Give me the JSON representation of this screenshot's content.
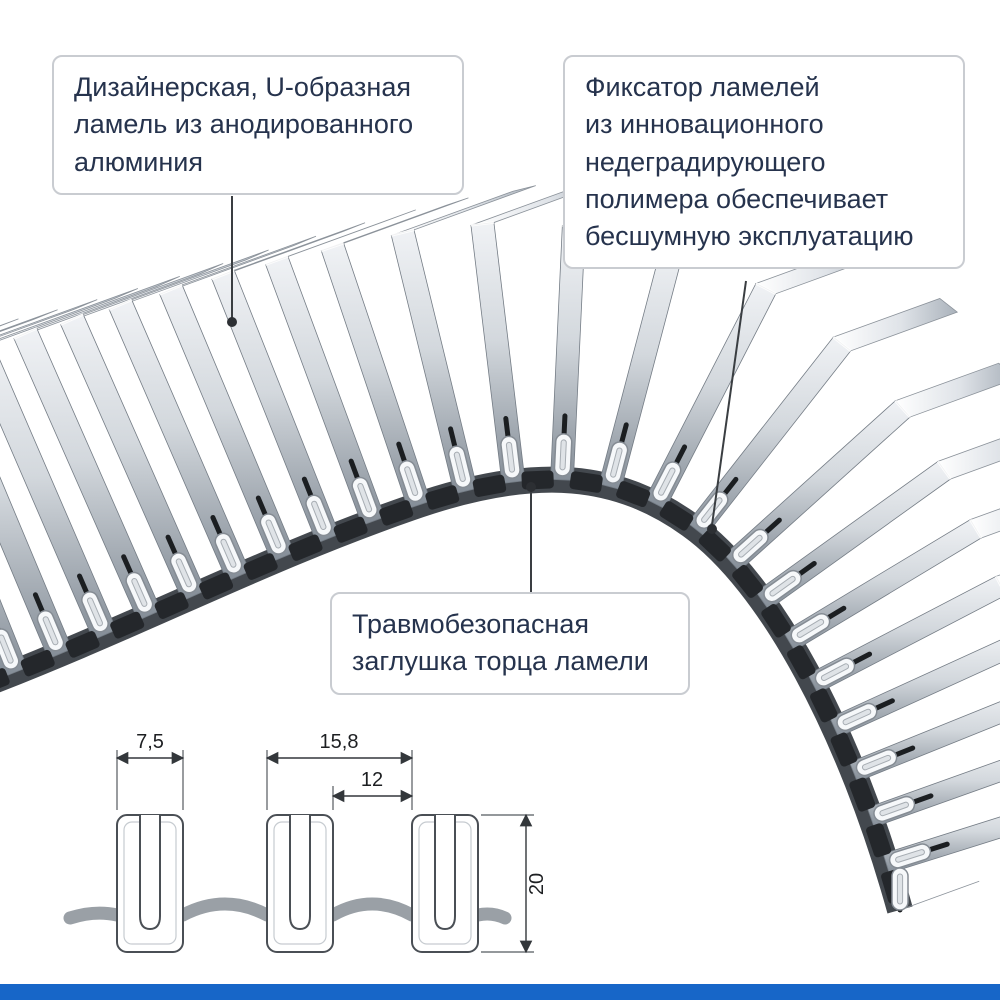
{
  "callouts": {
    "lamella": "Дизайнерская, U-образная\nламель из анодированного\nалюминия",
    "fixator": "Фиксатор ламелей\nиз инновационного\nнедеградирующего\nполимера обеспечивает\nбесшумную эксплуатацию",
    "endcap": "Травмобезопасная\nзаглушка торца ламели"
  },
  "dimensions": {
    "top_width": "7,5",
    "pitch": "15,8",
    "gap": "12",
    "height": "20"
  },
  "colors": {
    "accent_blue": "#1766c8",
    "callout_text": "#26334d",
    "band_dark": "#24272b"
  }
}
